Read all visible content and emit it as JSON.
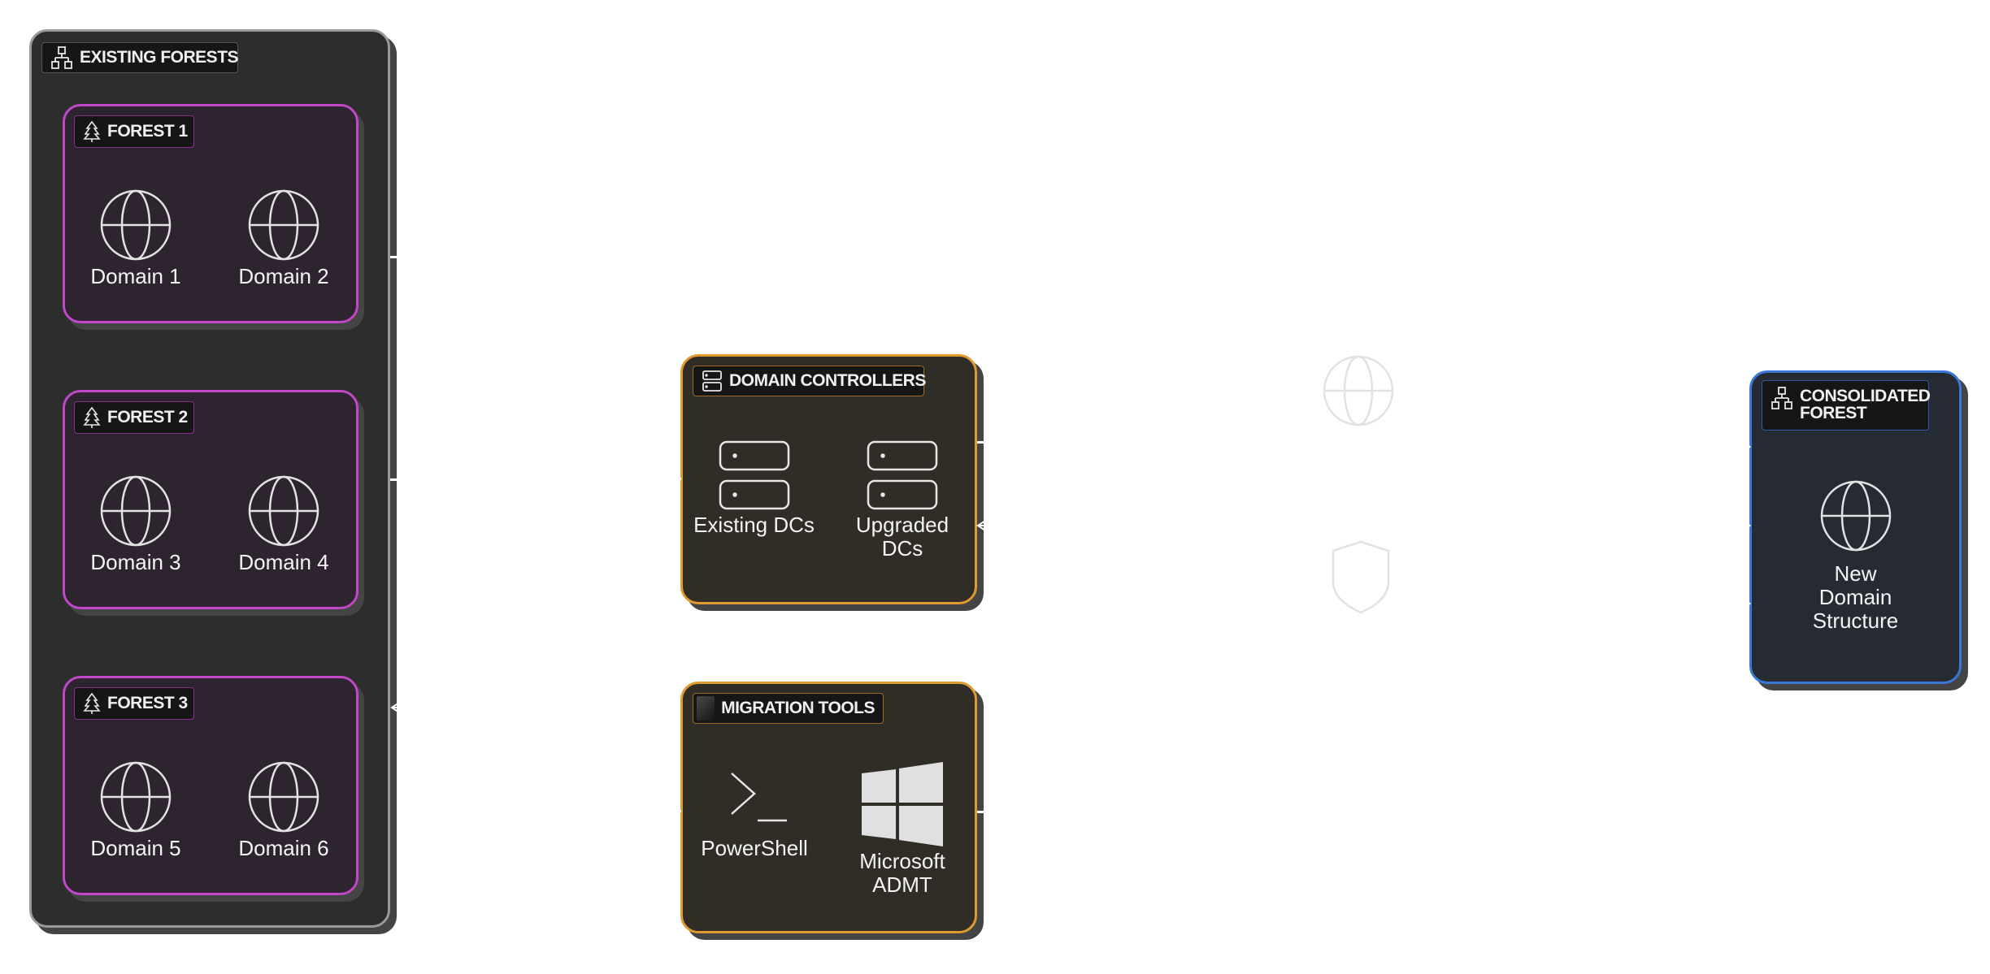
{
  "colors": {
    "existing_border": "#9a9a9a",
    "existing_fill": "#2d2d2d",
    "forest_border": "#c048c8",
    "forest_fill": "#2e2430",
    "tools_border": "#e09a30",
    "tools_fill": "#302d26",
    "consolidated_border": "#3a78d8",
    "consolidated_fill": "#262b33",
    "icon_stroke": "#e6e6e6"
  },
  "existing_forests": {
    "title": "EXISTING FORESTS",
    "icon": "hierarchy-icon",
    "forests": [
      {
        "title": "FOREST 1",
        "icon": "tree-icon",
        "domains": [
          {
            "label": "Domain 1",
            "icon": "globe-icon"
          },
          {
            "label": "Domain 2",
            "icon": "globe-icon"
          }
        ]
      },
      {
        "title": "FOREST 2",
        "icon": "tree-icon",
        "domains": [
          {
            "label": "Domain 3",
            "icon": "globe-icon"
          },
          {
            "label": "Domain 4",
            "icon": "globe-icon"
          }
        ]
      },
      {
        "title": "FOREST 3",
        "icon": "tree-icon",
        "domains": [
          {
            "label": "Domain 5",
            "icon": "globe-icon"
          },
          {
            "label": "Domain 6",
            "icon": "globe-icon"
          }
        ]
      }
    ]
  },
  "domain_controllers": {
    "title": "DOMAIN CONTROLLERS",
    "icon": "server-icon",
    "items": [
      {
        "label": "Existing DCs",
        "icon": "server-icon"
      },
      {
        "label": "Upgraded DCs",
        "icon": "server-icon"
      }
    ]
  },
  "migration_tools": {
    "title": "MIGRATION TOOLS",
    "icon": "blank-icon",
    "items": [
      {
        "label": "PowerShell",
        "icon": "terminal-icon"
      },
      {
        "label": "Microsoft ADMT",
        "icon": "windows-icon"
      }
    ]
  },
  "floating_icons": [
    {
      "icon": "globe-icon"
    },
    {
      "icon": "shield-icon"
    }
  ],
  "consolidated_forest": {
    "title": "CONSOLIDATED FOREST",
    "icon": "hierarchy-icon",
    "items": [
      {
        "label": "New Domain Structure",
        "icon": "globe-icon"
      }
    ]
  }
}
